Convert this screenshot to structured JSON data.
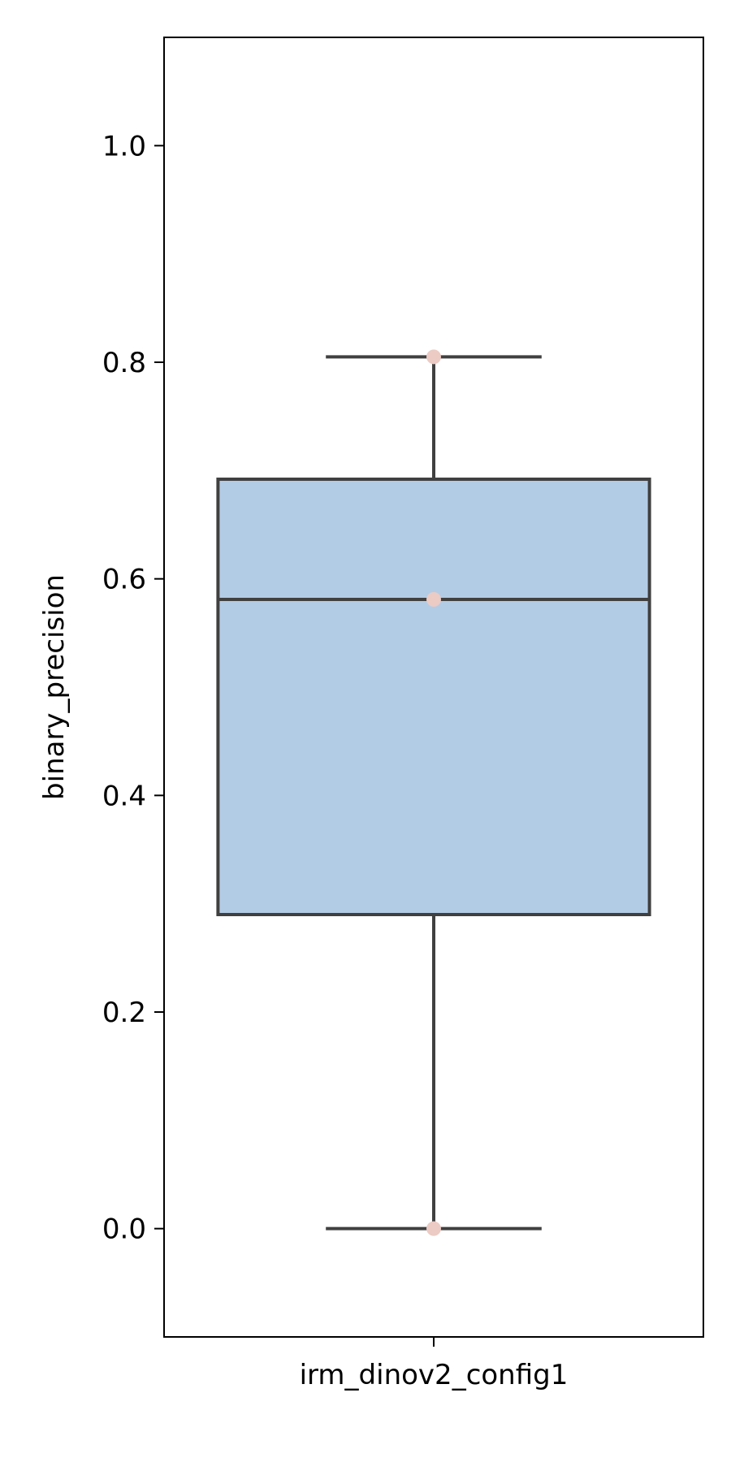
{
  "chart_data": {
    "type": "box",
    "title": "",
    "xlabel": "",
    "ylabel": "binary_precision",
    "categories": [
      "irm_dinov2_config1"
    ],
    "ylim": [
      -0.1,
      1.1
    ],
    "yticks": [
      0.0,
      0.2,
      0.4,
      0.6,
      0.8,
      1.0
    ],
    "ytick_labels": [
      "0.0",
      "0.2",
      "0.4",
      "0.6",
      "0.8",
      "1.0"
    ],
    "grid": false,
    "series": [
      {
        "category": "irm_dinov2_config1",
        "whisker_low": 0.0,
        "q1": 0.29,
        "median": 0.581,
        "q3": 0.692,
        "whisker_high": 0.805,
        "points": [
          0.805,
          0.581,
          0.0
        ]
      }
    ],
    "colors": {
      "box_fill": "#b3cce6",
      "box_edge": "#404040",
      "point": "#ebcbc4",
      "axis": "#000000"
    }
  }
}
